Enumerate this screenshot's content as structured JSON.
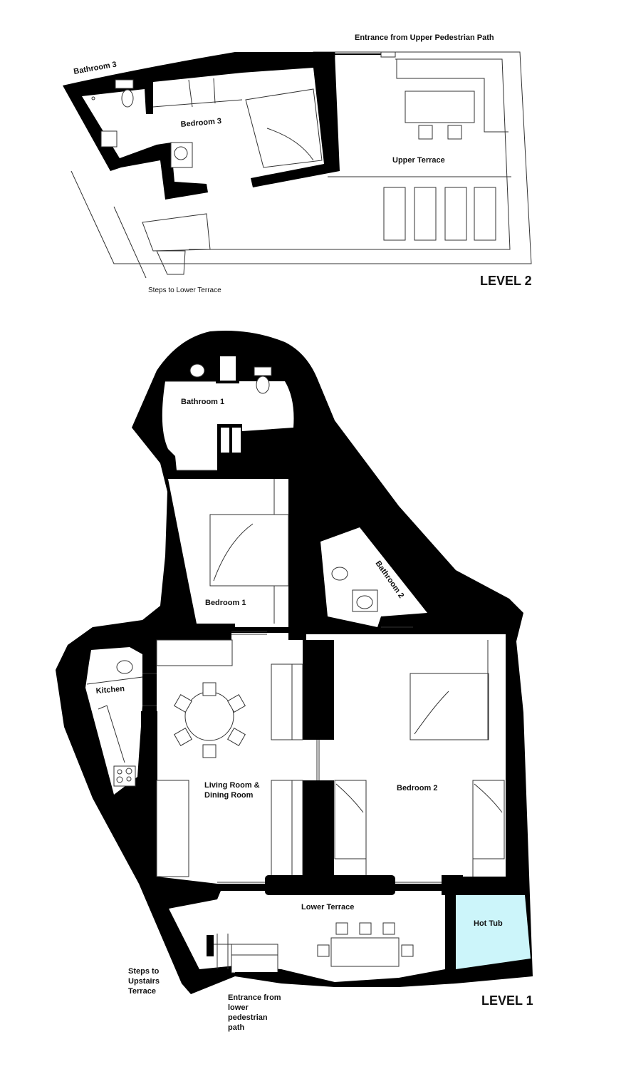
{
  "level2": {
    "title": "LEVEL 2",
    "labels": {
      "entrance_upper": "Entrance from Upper Pedestrian Path",
      "bathroom3": "Bathroom 3",
      "bedroom3": "Bedroom 3",
      "upper_terrace": "Upper Terrace",
      "steps_lower": "Steps to Lower Terrace"
    }
  },
  "level1": {
    "title": "LEVEL 1",
    "labels": {
      "bathroom1": "Bathroom 1",
      "bedroom1": "Bedroom 1",
      "bathroom2": "Bathroom 2",
      "kitchen": "Kitchen",
      "living_line1": "Living Room &",
      "living_line2": "Dining Room",
      "bedroom2": "Bedroom 2",
      "lower_terrace": "Lower Terrace",
      "hot_tub": "Hot Tub",
      "steps_up_1": "Steps to",
      "steps_up_2": "Upstairs",
      "steps_up_3": "Terrace",
      "entrance_lower_1": "Entrance from",
      "entrance_lower_2": "lower",
      "entrance_lower_3": "pedestrian",
      "entrance_lower_4": "path"
    }
  },
  "colors": {
    "wall": "#000000",
    "hot_tub": "#ccf5fa",
    "background": "#ffffff"
  }
}
